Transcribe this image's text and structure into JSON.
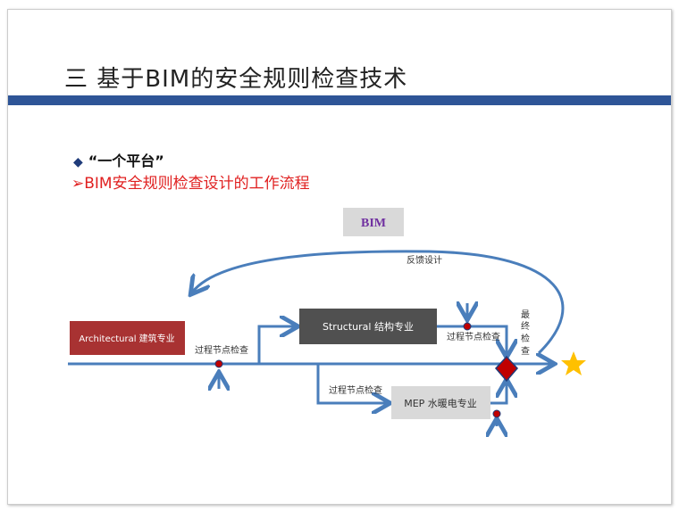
{
  "title": "三 基于BIM的安全规则检查技术",
  "bullets": {
    "b1_marker": "◆",
    "b1": "“一个平台”",
    "b2_marker": "➢",
    "b2": "BIM安全规则检查设计的工作流程"
  },
  "diagram": {
    "bim": "BIM",
    "feedback": "反馈设计",
    "architectural": "Architectural 建筑专业",
    "structural": "Structural 结构专业",
    "mep": "MEP 水暖电专业",
    "check1": "过程节点检查",
    "check2": "过程节点检查",
    "check3": "过程节点检查",
    "final": [
      "最",
      "终",
      "检",
      "查"
    ]
  },
  "colors": {
    "line": "#4a7ebb",
    "arch": "#a83232",
    "struct": "#505050",
    "mep": "#d9d9d9",
    "bim_text": "#7030a0",
    "star": "#ffc000",
    "diamond": "#c00000"
  }
}
